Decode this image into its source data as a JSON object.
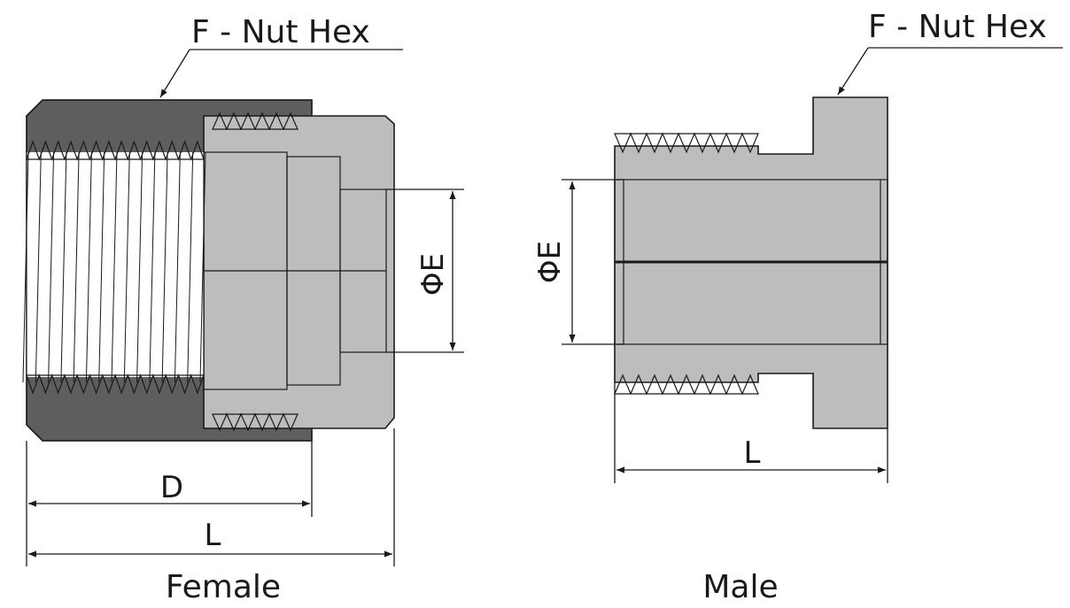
{
  "female": {
    "callout_label": "F - Nut Hex",
    "dim_diameter_label": "ΦE",
    "dim_d_label": "D",
    "dim_l_label": "L",
    "caption": "Female"
  },
  "male": {
    "callout_label": "F - Nut Hex",
    "dim_diameter_label": "ΦE",
    "dim_l_label": "L",
    "caption": "Male"
  },
  "colors": {
    "dark_body": "#5e5e5e",
    "light_body": "#bdbdbd",
    "bore": "#ffffff",
    "line": "#1a1a1a"
  }
}
